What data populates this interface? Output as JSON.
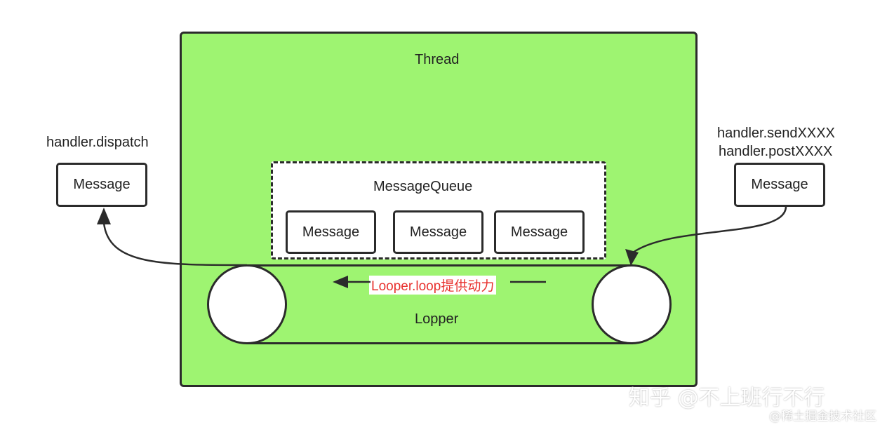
{
  "thread": {
    "title": "Thread"
  },
  "queue": {
    "title": "MessageQueue",
    "messages": [
      "Message",
      "Message",
      "Message"
    ]
  },
  "looper": {
    "label": "Lopper",
    "loop_caption": "Looper.loop提供动力"
  },
  "dispatch": {
    "label": "handler.dispatch",
    "message": "Message"
  },
  "send": {
    "label_line1": "handler.sendXXXX",
    "label_line2": "handler.postXXXX",
    "message": "Message"
  },
  "watermark": {
    "main": "知乎 @不上班行不行",
    "secondary": "@稀土掘金技术社区"
  },
  "colors": {
    "thread_fill": "#9ef471",
    "caption_red": "#e8312e",
    "stroke": "#2b2b2b"
  }
}
